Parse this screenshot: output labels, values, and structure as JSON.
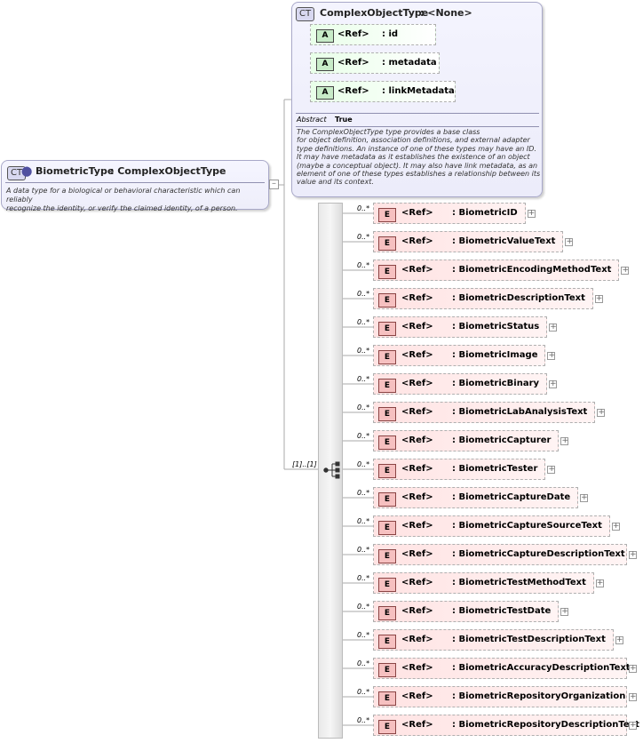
{
  "main_type": {
    "badge": "CT",
    "name": "BiometricType",
    "base": ": ComplexObjectType",
    "doc_lines": [
      "A data type for a biological or behavioral characteristic which can reliably",
      "recognize the identity, or verify the claimed identity, of a person."
    ]
  },
  "base_type": {
    "badge": "CT",
    "name": "ComplexObjectType",
    "base": ": <None>",
    "attributes": [
      {
        "badge": "A",
        "ref": "<Ref>",
        "name": ": id"
      },
      {
        "badge": "A",
        "ref": "<Ref>",
        "name": ": metadata"
      },
      {
        "badge": "A",
        "ref": "<Ref>",
        "name": ": linkMetadata"
      }
    ],
    "abstract_label": "Abstract",
    "abstract_value": "True",
    "doc_lines": [
      "The ComplexObjectType type provides a base class",
      "for object definition, association definitions, and external adapter",
      "type definitions. An instance of one of these types may have an ID.",
      "It may have metadata as it establishes the existence of an object",
      "(maybe a conceptual object). It may also have link metadata, as an",
      "element of one of these types establishes a relationship between its",
      "value and its context."
    ]
  },
  "sequence": {
    "cardinality": "[1]..[1]"
  },
  "elements": [
    {
      "badge": "E",
      "ref": "<Ref>",
      "name": ": BiometricID",
      "card": "0..*"
    },
    {
      "badge": "E",
      "ref": "<Ref>",
      "name": ": BiometricValueText",
      "card": "0..*"
    },
    {
      "badge": "E",
      "ref": "<Ref>",
      "name": ": BiometricEncodingMethodText",
      "card": "0..*"
    },
    {
      "badge": "E",
      "ref": "<Ref>",
      "name": ": BiometricDescriptionText",
      "card": "0..*"
    },
    {
      "badge": "E",
      "ref": "<Ref>",
      "name": ": BiometricStatus",
      "card": "0..*"
    },
    {
      "badge": "E",
      "ref": "<Ref>",
      "name": ": BiometricImage",
      "card": "0..*"
    },
    {
      "badge": "E",
      "ref": "<Ref>",
      "name": ": BiometricBinary",
      "card": "0..*"
    },
    {
      "badge": "E",
      "ref": "<Ref>",
      "name": ": BiometricLabAnalysisText",
      "card": "0..*"
    },
    {
      "badge": "E",
      "ref": "<Ref>",
      "name": ": BiometricCapturer",
      "card": "0..*"
    },
    {
      "badge": "E",
      "ref": "<Ref>",
      "name": ": BiometricTester",
      "card": "0..*"
    },
    {
      "badge": "E",
      "ref": "<Ref>",
      "name": ": BiometricCaptureDate",
      "card": "0..*"
    },
    {
      "badge": "E",
      "ref": "<Ref>",
      "name": ": BiometricCaptureSourceText",
      "card": "0..*"
    },
    {
      "badge": "E",
      "ref": "<Ref>",
      "name": ": BiometricCaptureDescriptionText",
      "card": "0..*"
    },
    {
      "badge": "E",
      "ref": "<Ref>",
      "name": ": BiometricTestMethodText",
      "card": "0..*"
    },
    {
      "badge": "E",
      "ref": "<Ref>",
      "name": ": BiometricTestDate",
      "card": "0..*"
    },
    {
      "badge": "E",
      "ref": "<Ref>",
      "name": ": BiometricTestDescriptionText",
      "card": "0..*"
    },
    {
      "badge": "E",
      "ref": "<Ref>",
      "name": ": BiometricAccuracyDescriptionText",
      "card": "0..*"
    },
    {
      "badge": "E",
      "ref": "<Ref>",
      "name": ": BiometricRepositoryOrganization",
      "card": "0..*"
    },
    {
      "badge": "E",
      "ref": "<Ref>",
      "name": ": BiometricRepositoryDescriptionText",
      "card": "0..*"
    }
  ],
  "colors": {
    "element_fill": "#ffe3e3",
    "attribute_fill": "#e8ffe8",
    "type_fill": "#f0f0fc"
  }
}
